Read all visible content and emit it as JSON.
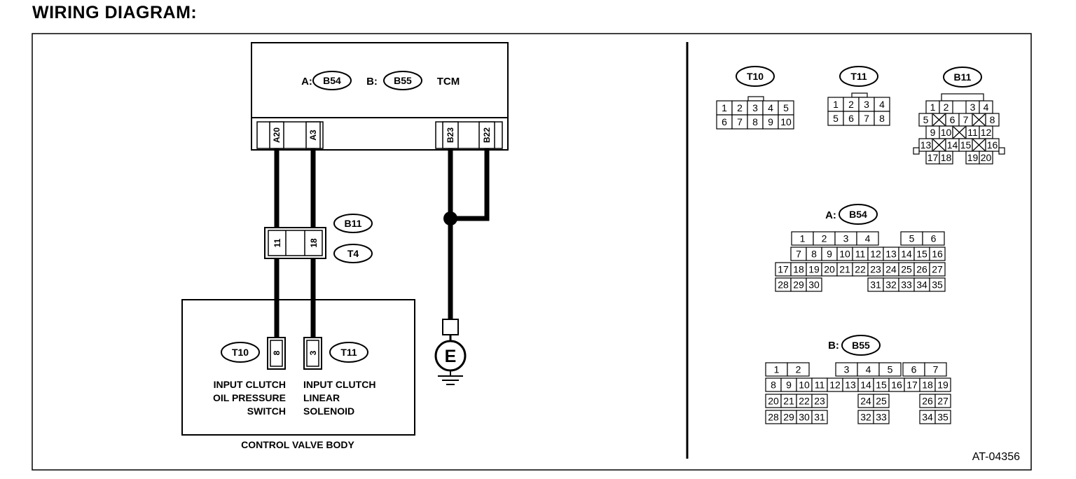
{
  "heading": "WIRING DIAGRAM:",
  "figure_code": "AT-04356",
  "tcm": {
    "prefix_a": "A:",
    "connector_a": "B54",
    "prefix_b": "B:",
    "connector_b": "B55",
    "label": "TCM",
    "pins": [
      "A20",
      "A3",
      "B23",
      "B22"
    ]
  },
  "junction": {
    "connector_top": "B11",
    "connector_bottom": "T4",
    "pins": [
      "11",
      "18"
    ]
  },
  "valve_body": {
    "label": "CONTROL VALVE BODY",
    "left_connector": "T10",
    "left_pin": "8",
    "right_connector": "T11",
    "right_pin": "3",
    "left_component": [
      "INPUT CLUTCH",
      "OIL PRESSURE",
      "SWITCH"
    ],
    "right_component": [
      "INPUT CLUTCH",
      "LINEAR",
      "SOLENOID"
    ]
  },
  "ground": {
    "label": "E"
  },
  "connector_faces": {
    "t10": {
      "name": "T10",
      "rows": [
        [
          "1",
          "2",
          "3",
          "4",
          "5"
        ],
        [
          "6",
          "7",
          "8",
          "9",
          "10"
        ]
      ]
    },
    "t11": {
      "name": "T11",
      "rows": [
        [
          "1",
          "2",
          "3",
          "4"
        ],
        [
          "5",
          "6",
          "7",
          "8"
        ]
      ]
    },
    "b11": {
      "name": "B11",
      "rows": [
        [
          "1",
          "2",
          "",
          "3",
          "4"
        ],
        [
          "5",
          "X",
          "6",
          "7",
          "X",
          "8"
        ],
        [
          "9",
          "10",
          "X",
          "11",
          "12"
        ],
        [
          "13",
          "X",
          "14",
          "15",
          "X",
          "16"
        ],
        [
          "17",
          "18",
          "",
          "19",
          "20"
        ]
      ]
    },
    "b54": {
      "prefix": "A:",
      "name": "B54",
      "rows": [
        [
          "1",
          "2",
          "3",
          "4",
          "",
          "5",
          "6"
        ],
        [
          "7",
          "8",
          "9",
          "10",
          "11",
          "12",
          "13",
          "14",
          "15",
          "16"
        ],
        [
          "17",
          "18",
          "19",
          "20",
          "21",
          "22",
          "23",
          "24",
          "25",
          "26",
          "27"
        ],
        [
          "28",
          "29",
          "30",
          "31",
          "32",
          "33",
          "34",
          "35"
        ]
      ]
    },
    "b55": {
      "prefix": "B:",
      "name": "B55",
      "rows": [
        [
          "1",
          "2",
          "",
          "3",
          "4",
          "5",
          "6",
          "7"
        ],
        [
          "8",
          "9",
          "10",
          "11",
          "12",
          "13",
          "14",
          "15",
          "16",
          "17",
          "18",
          "19"
        ],
        [
          "20",
          "21",
          "22",
          "23",
          "24",
          "25",
          "26",
          "27"
        ],
        [
          "28",
          "29",
          "30",
          "31",
          "32",
          "33",
          "34",
          "35"
        ]
      ]
    }
  }
}
